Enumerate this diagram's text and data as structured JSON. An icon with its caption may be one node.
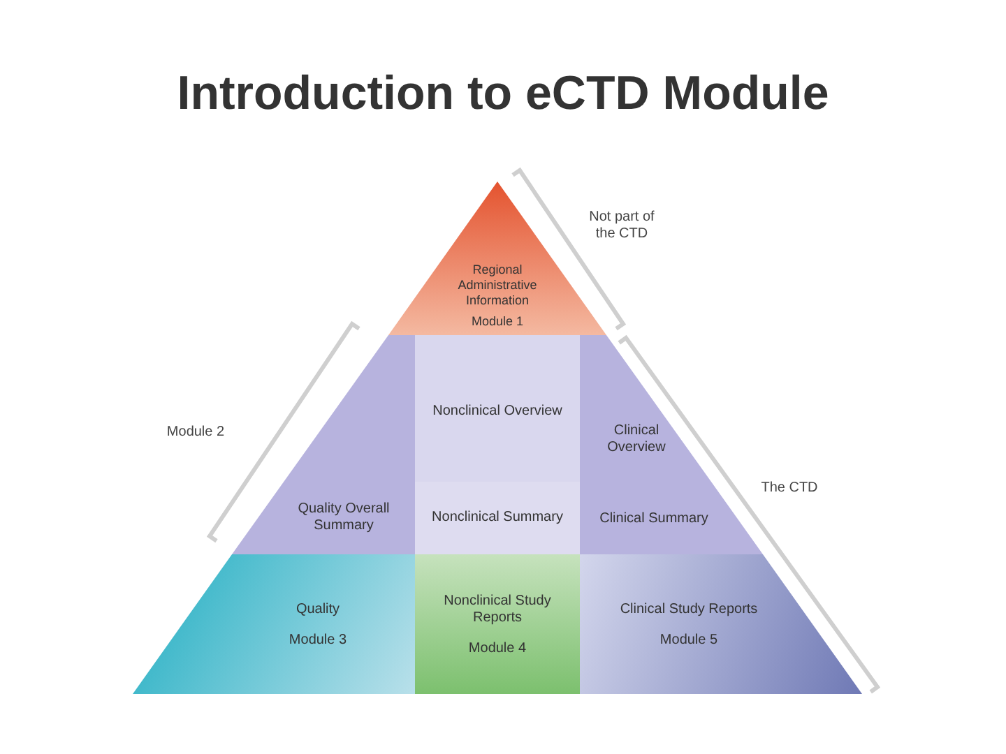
{
  "diagram": {
    "title": "Introduction to eCTD Module",
    "nodes": [
      {
        "text": [
          "Regional Administrative Information",
          "Module 1"
        ]
      },
      {
        "text": [
          "Nonclinical Overview"
        ]
      },
      {
        "text": [
          "Clinical Overview"
        ]
      },
      {
        "text": [
          "Quality Overall Summary"
        ]
      },
      {
        "text": [
          "Nonclinical Summary"
        ]
      },
      {
        "text": [
          "Clinical Summary"
        ]
      },
      {
        "text": [
          "Quality",
          "Module 3"
        ]
      },
      {
        "text": [
          "Nonclinical Study Reports",
          "Module 4"
        ]
      },
      {
        "text": [
          "Clinical Study Reports",
          "Module 5"
        ]
      }
    ],
    "edges": [],
    "labels": [
      "Not part of the CTD",
      "Module 2",
      "The CTD"
    ]
  }
}
